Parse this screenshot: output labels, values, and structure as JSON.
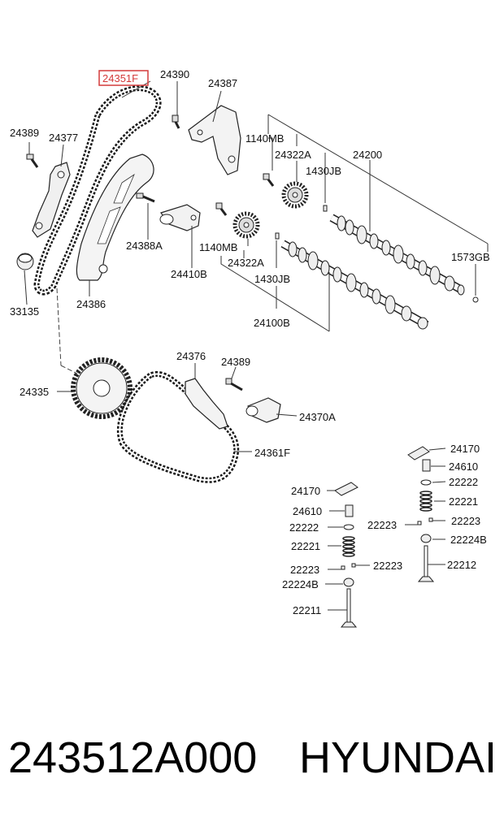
{
  "diagram": {
    "highlight_color": "#d43a3a",
    "labels": {
      "l24351F": "24351F",
      "l24390": "24390",
      "l24387": "24387",
      "l24389a": "24389",
      "l24377": "24377",
      "l1140MBa": "1140MB",
      "l24322Aa": "24322A",
      "l24200": "24200",
      "l1430JBa": "1430JB",
      "l24388A": "24388A",
      "l1140MBb": "1140MB",
      "l24410B": "24410B",
      "l24322Ab": "24322A",
      "l1573GB": "1573GB",
      "l1430JBb": "1430JB",
      "l33135": "33135",
      "l24386": "24386",
      "l24100B": "24100B",
      "l24335": "24335",
      "l24376": "24376",
      "l24389b": "24389",
      "l24370A": "24370A",
      "l24361F": "24361F",
      "l24170a": "24170",
      "l24610a": "24610",
      "l22222a": "22222",
      "l22221a": "22221",
      "l22223a": "22223",
      "l22224Ba": "22224B",
      "l22212": "22212",
      "l24170b": "24170",
      "l24610b": "24610",
      "l22222b": "22222",
      "l22221b": "22221",
      "l22223b": "22223",
      "l22223c": "22223",
      "l22223d": "22223",
      "l22224Bb": "22224B",
      "l22211": "22211"
    }
  },
  "footer": {
    "part_number": "243512A000",
    "brand": "HYUNDAI"
  }
}
